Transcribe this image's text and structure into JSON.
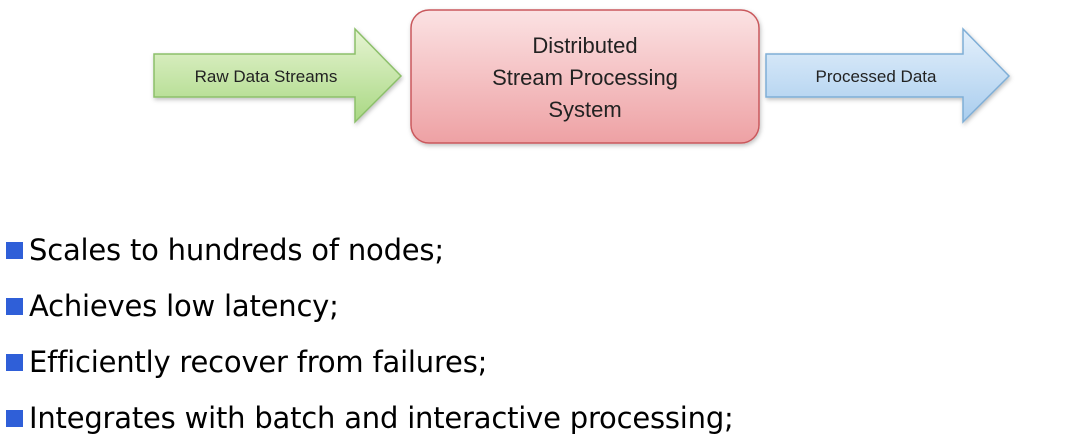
{
  "diagram": {
    "input_arrow": {
      "label": "Raw Data Streams"
    },
    "system_box": {
      "lines": [
        "Distributed",
        "Stream Processing",
        "System"
      ]
    },
    "output_arrow": {
      "label": "Processed Data"
    }
  },
  "bullets": [
    "Scales to hundreds of nodes;",
    "Achieves low latency;",
    "Efficiently recover from failures;",
    "Integrates with batch and interactive processing;"
  ],
  "colors": {
    "bullet_square": "#2f5fd8",
    "input_fill_top": "#e6f4d2",
    "input_fill_bottom": "#a9d883",
    "input_stroke": "#8cbf6a",
    "box_fill_top": "#fbe2e3",
    "box_fill_bottom": "#eea1a4",
    "box_stroke": "#c9585c",
    "output_fill_top": "#e4f0fb",
    "output_fill_bottom": "#a9cdee",
    "output_stroke": "#7faed6"
  }
}
